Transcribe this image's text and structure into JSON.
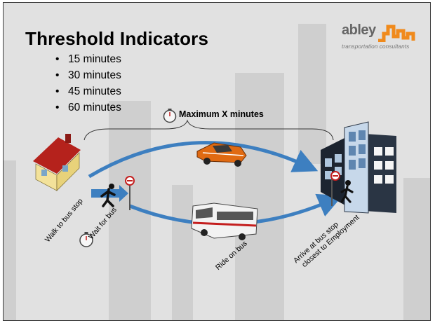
{
  "title": "Threshold Indicators",
  "bullets": [
    "15 minutes",
    "30  minutes",
    "45 minutes",
    "60 minutes"
  ],
  "logo": {
    "word": "abley",
    "tagline": "transportation consultants",
    "color": "#f08a1c"
  },
  "diagram": {
    "max_label": "Maximum X minutes",
    "walk_label": "Walk to bus stop",
    "wait_label": "Wait for bus",
    "ride_label": "Ride on bus",
    "arrive_line1": "Arrive at bus stop",
    "arrive_line2": "closest to Employment"
  },
  "colors": {
    "arrow": "#3d7fc0",
    "background": "#e1e1e1"
  }
}
